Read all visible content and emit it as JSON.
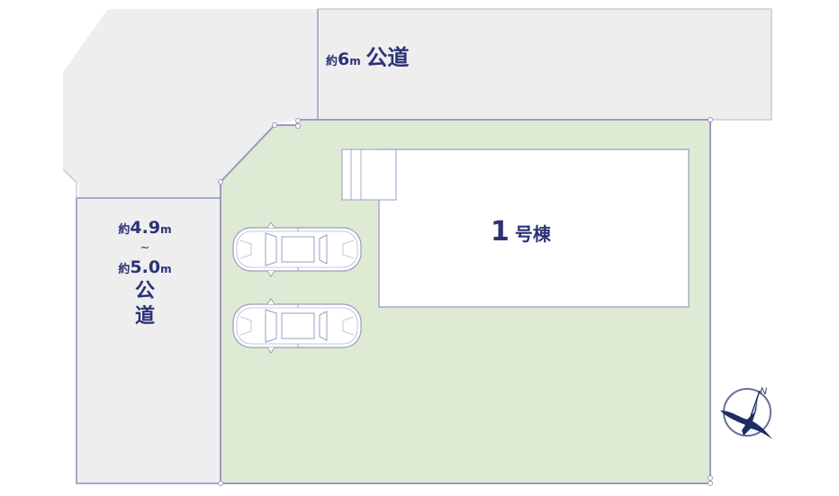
{
  "colors": {
    "road_fill": "#eeeeef",
    "lot_fill": "#deead4",
    "building_fill": "#ffffff",
    "line": "#9a9cc0",
    "text": "#2b3275",
    "compass": "#1f2d66"
  },
  "roads": {
    "top": {
      "prefix": "約",
      "width_value": "6",
      "unit": "m",
      "type": "公道"
    },
    "left": {
      "line1_prefix": "約",
      "line1_value": "4.9",
      "line1_unit": "m",
      "tilde": "~",
      "line2_prefix": "約",
      "line2_value": "5.0",
      "line2_unit": "m",
      "type_char1": "公",
      "type_char2": "道"
    }
  },
  "building": {
    "number": "1",
    "suffix": "号棟"
  },
  "parking": {
    "car_count": 2,
    "cars": [
      {
        "label": "car-1"
      },
      {
        "label": "car-2"
      }
    ]
  },
  "compass": {
    "north_label": "N"
  }
}
